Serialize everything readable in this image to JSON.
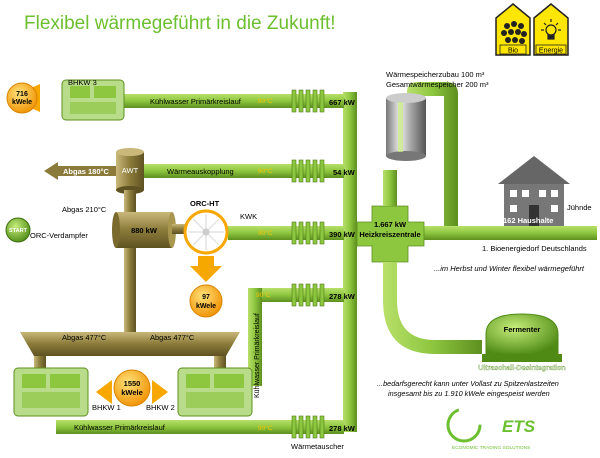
{
  "title": "Flexibel wärmegeführt in die Zukunft!",
  "labels": {
    "bio": "Bio",
    "energie": "Energie",
    "bhkw3": "BHKW 3",
    "bhkw1": "BHKW 1",
    "bhkw2": "BHKW 2",
    "bhkw3_output": "716\nkWele",
    "bhkw12_output": "1550\nkWele",
    "orc_output": "97\nkWele",
    "kuehlwasser_top": "Kühlwasser Primärkreislauf",
    "kuehlwasser_bottom": "Kühlwasser Primärkreislauf",
    "kuehlwasser_vertical": "Kühlwasser Primärkreislauf",
    "waermeauskopplung": "Wärmeauskopplung",
    "abgas180": "Abgas 180°C",
    "awt": "AWT",
    "abgas210": "Abgas 210°C",
    "orc_verdampfer": "ORC-Verdampfer",
    "orc_verdampfer_kw": "880 kW",
    "orc_ht": "ORC-HT",
    "kwk": "KWK",
    "abgas477_left": "Abgas 477°C",
    "abgas477_right": "Abgas 477°C",
    "start": "START",
    "temp_90": "90°C",
    "hx_top": "667 kW",
    "hx_mid": "54 kW",
    "hx_orc": "390 kW",
    "hx_lower": "278 kW",
    "hx_bottom": "278 kW",
    "waermetauscher": "Wärmetauscher",
    "speicher_1": "Wärmespeicherzubau 100 m³",
    "speicher_2": "Gesamtwärmespeicher 200 m³",
    "heizzentrale_kw": "1.667 kW",
    "heizzentrale": "Heizkreiszentrale",
    "haushalte": "162 Haushalte",
    "juehnde": "Jühnde",
    "bioenergiedorf": "1. Bioenergiedorf Deutschlands",
    "herbst": "...im Herbst und Winter flexibel wärmegeführt",
    "fermenter": "Fermenter",
    "ultraschall": "Ultraschall-Desintegration",
    "bedarf_1": "...bedarfsgerecht kann unter Vollast zu Spitzenlastzeiten",
    "bedarf_2": "insgesamt bis zu 1.910 kWele eingespeist werden",
    "ets": "ETS",
    "ets_sub": "ECONOMIC TRADING SOLUTIONS"
  },
  "colors": {
    "green": "#8dc63f",
    "green_dark": "#5d8f1f",
    "olive": "#8b7b3a",
    "orange": "#f7a800",
    "yellow": "#ffe600",
    "title_green": "#6cbf2e"
  }
}
